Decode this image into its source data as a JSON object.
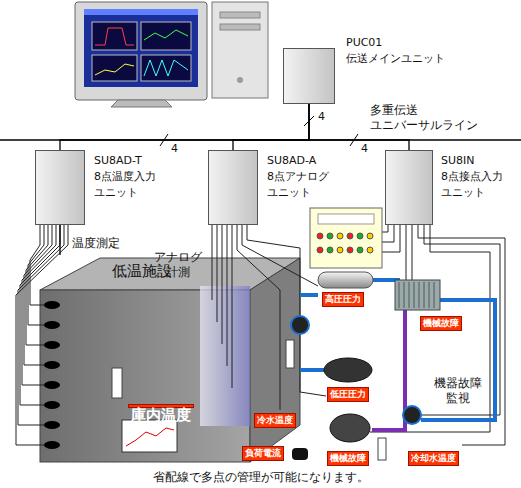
{
  "diagram": {
    "caption": "省配線で多点の管理が可能になります。",
    "nodes": [
      {
        "text": [
          "PUC01",
          "伝送メインユニット"
        ]
      },
      {
        "text": [
          "SU8AD-T",
          "8点温度入力 ユニット"
        ]
      },
      {
        "text": [
          "SU8AD-A",
          "8点アナログ ユニット"
        ]
      },
      {
        "text": [
          "SU8IN",
          "8点接点入力 ユニット"
        ]
      },
      {
        "text": [
          "低温施設"
        ]
      },
      {
        "text": [
          "庫内温度"
        ],
        "in": 4
      },
      {
        "text": [
          "高圧圧力"
        ]
      },
      {
        "text": [
          "機械故障"
        ]
      },
      {
        "text": [
          "低圧圧力"
        ]
      },
      {
        "text": [
          "冷水温度"
        ]
      },
      {
        "text": [
          "負荷電流"
        ]
      },
      {
        "text": [
          "機械故障"
        ]
      },
      {
        "text": [
          "冷却水温度"
        ]
      }
    ],
    "edges": [
      {
        "from": 0,
        "to": 1,
        "arrow": "none"
      },
      {
        "from": 0,
        "to": 2,
        "arrow": "none"
      },
      {
        "from": 0,
        "to": 3,
        "arrow": "none"
      },
      {
        "from": 1,
        "to": 4,
        "arrow": "none"
      }
    ],
    "labels": [
      "多重伝送 ユニバーサルライン",
      "4",
      "4",
      "4",
      "温度測定",
      "アナログ 計測",
      "機器故障 監視"
    ]
  }
}
